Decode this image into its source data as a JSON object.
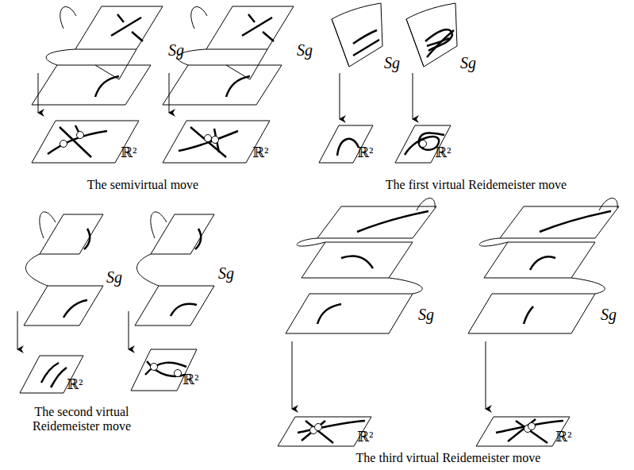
{
  "diagram": {
    "labels": [
      "Sg",
      "Sg",
      "Sg",
      "Sg",
      "ℝ²",
      "ℝ²",
      "ℝ²",
      "ℝ²",
      "The semivirtual move",
      "The first virtual Reidemeister move",
      "Sg",
      "Sg",
      "ℝ²",
      "ℝ²",
      "The second virtual Reidemeister move",
      "Sg",
      "Sg",
      "ℝ²",
      "ℝ²",
      "The third virtual Reidemeister move"
    ]
  }
}
